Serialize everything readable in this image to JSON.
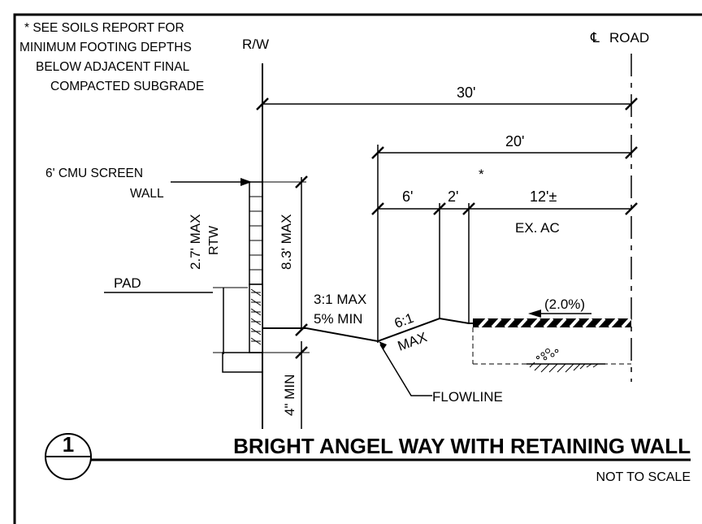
{
  "note": {
    "line1": "* SEE SOILS REPORT FOR",
    "line2": "MINIMUM FOOTING DEPTHS",
    "line3": "BELOW ADJACENT FINAL",
    "line4": "COMPACTED SUBGRADE"
  },
  "labels": {
    "rw": "R/W",
    "road_centerline": "ROAD",
    "cl_symbol": "℄",
    "cmu_line1": "6' CMU SCREEN",
    "cmu_line2": "WALL",
    "rtw_height": "2.7' MAX",
    "rtw": "RTW",
    "pad": "PAD",
    "max_height": "8.3' MAX",
    "slope_line1": "3:1 MAX",
    "slope_line2": "5% MIN",
    "ditch_slope_line1": "6:1",
    "ditch_slope_line2": "MAX",
    "flowline": "FLOWLINE",
    "ex_ac": "EX. AC",
    "cross_slope": "(2.0%)",
    "min_depth": "4\" MIN",
    "marker": "*"
  },
  "dimensions": {
    "d30": "30'",
    "d20": "20'",
    "d6": "6'",
    "d2": "2'",
    "d12": "12'±"
  },
  "title_block": {
    "detail_number": "1",
    "title": "BRIGHT ANGEL WAY WITH RETAINING WALL",
    "subtitle": "NOT TO SCALE"
  }
}
